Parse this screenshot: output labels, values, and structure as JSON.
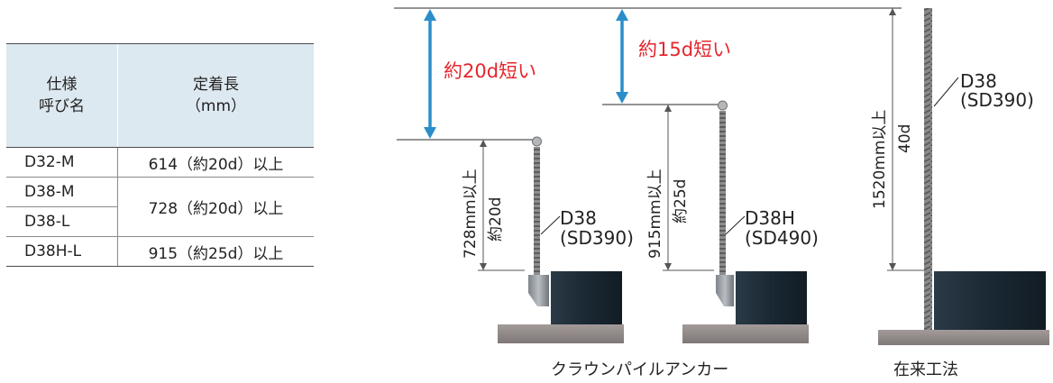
{
  "table": {
    "headers": {
      "spec_line1": "仕様",
      "spec_line2": "呼び名",
      "len_line1": "定着長",
      "len_line2": "（mm）"
    },
    "rows": [
      {
        "name": "D32-M",
        "length": "614（約20d）以上"
      },
      {
        "name": "D38-M",
        "length": "728（約20d）以上"
      },
      {
        "name": "D38-L",
        "length": ""
      },
      {
        "name": "D38H-L",
        "length": "915（約25d）以上"
      }
    ]
  },
  "diagram": {
    "diff1": "約20d短い",
    "diff2": "約15d短い",
    "anchor1": {
      "dim_mm": "728mm以上",
      "dim_d": "約20d",
      "bar": "D38",
      "grade": "(SD390)"
    },
    "anchor2": {
      "dim_mm": "915mm以上",
      "dim_d": "約25d",
      "bar": "D38H",
      "grade": "(SD490)"
    },
    "conventional": {
      "dim_mm": "1520mm以上",
      "dim_d": "40d",
      "bar": "D38",
      "grade": "(SD390)"
    },
    "caption_crown": "クラウンパイルアンカー",
    "caption_conventional": "在来工法"
  },
  "colors": {
    "accent_blue": "#2b8ec9",
    "diff_red": "#e5262d",
    "header_bg": "#dde9f0",
    "pile_dark": "#1e2e3a",
    "ground": "#8e8786"
  }
}
